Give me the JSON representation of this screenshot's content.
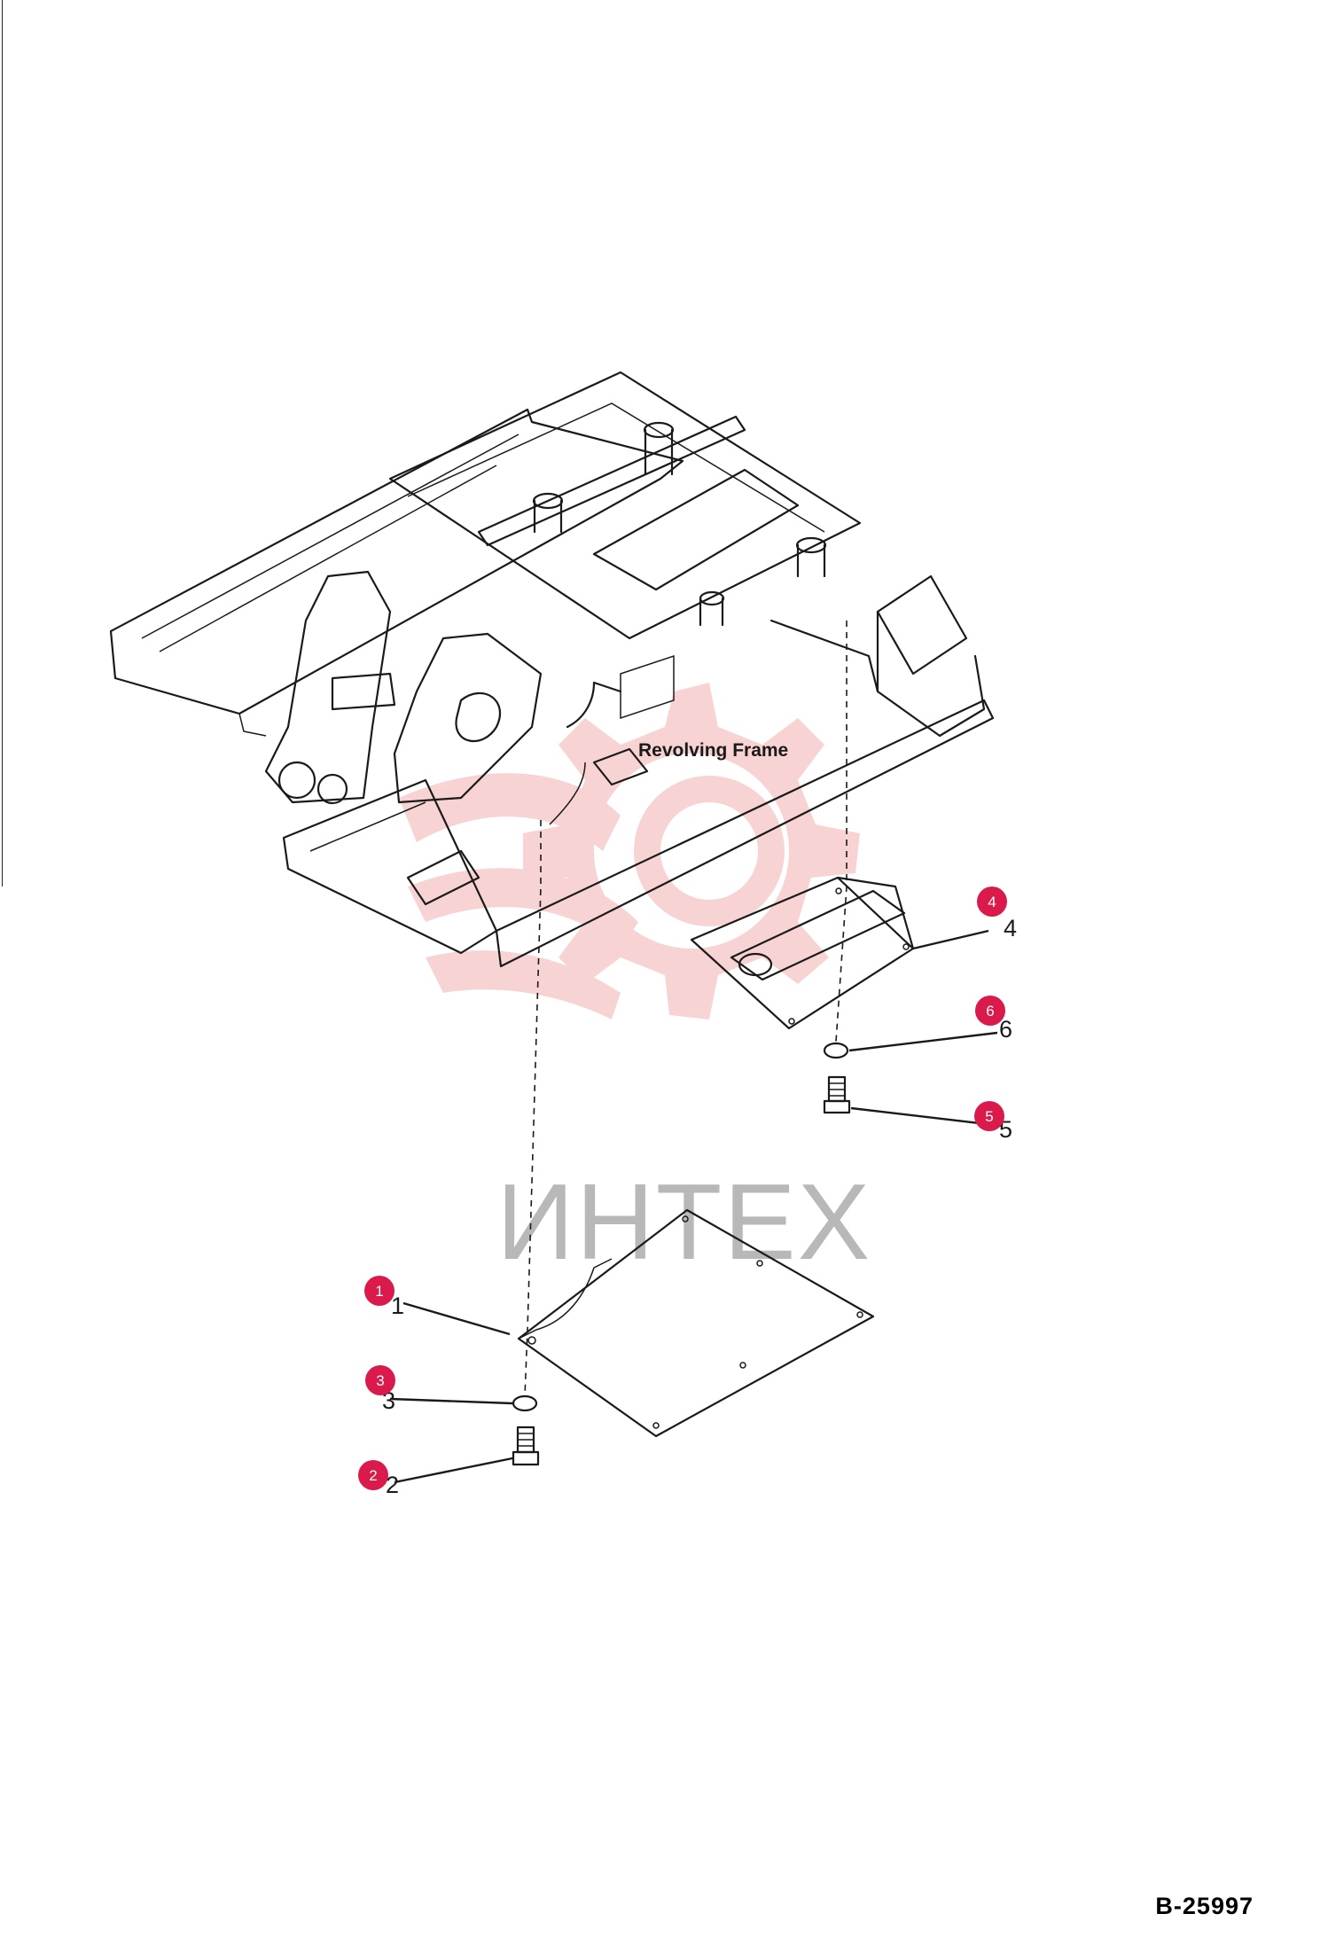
{
  "watermark": {
    "text": "ИНТЕХ"
  },
  "frame_label": "Revolving Frame",
  "drawing_number": "B-25997",
  "colors": {
    "badge": "#d91a4a",
    "watermark": "#e23a3a"
  },
  "callouts": [
    {
      "id": "1",
      "printed": "1"
    },
    {
      "id": "2",
      "printed": "2"
    },
    {
      "id": "3",
      "printed": "3"
    },
    {
      "id": "4",
      "printed": "4"
    },
    {
      "id": "5",
      "printed": "5"
    },
    {
      "id": "6",
      "printed": "6"
    }
  ]
}
